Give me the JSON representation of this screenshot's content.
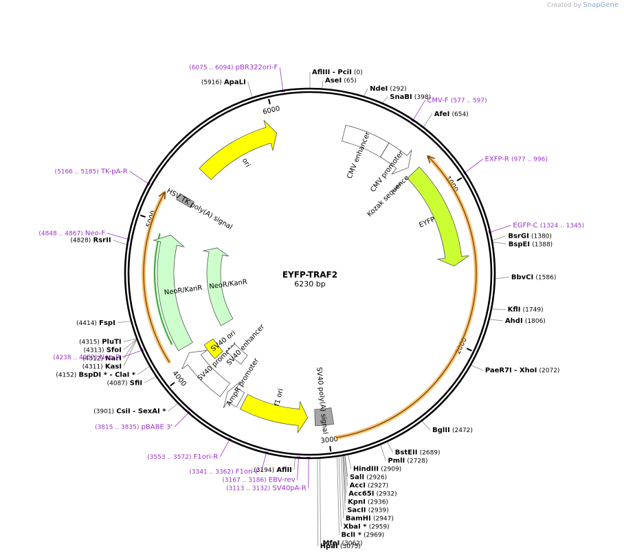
{
  "credit": {
    "prefix": "Created by",
    "brand": "SnapGene"
  },
  "plasmid": {
    "name": "EYFP-TRAF2",
    "length_label": "6230 bp",
    "length": 6230
  },
  "colors": {
    "enzyme": "#000000",
    "primer": "#9b30c8",
    "yellow": "#ffff00",
    "green": "#ccffcc",
    "white": "#ffffff",
    "gray": "#a6a6a6",
    "orange_glow": "#f5a833",
    "eyfp": "#ccff33",
    "dark_green": "#2e8b2e"
  },
  "ticks": [
    {
      "bp": 1000,
      "label": "1000"
    },
    {
      "bp": 2000,
      "label": "2000"
    },
    {
      "bp": 3000,
      "label": "3000"
    },
    {
      "bp": 4000,
      "label": "4000"
    },
    {
      "bp": 5000,
      "label": "5000"
    },
    {
      "bp": 6000,
      "label": "6000"
    }
  ],
  "features": [
    {
      "name": "ori",
      "label": "ori",
      "start": 5425,
      "end": 6000,
      "dir": 1,
      "color": "yellow",
      "ring": 1
    },
    {
      "name": "CMV enhancer",
      "label": "CMV enhancer",
      "start": 235,
      "end": 539,
      "dir": 0,
      "color": "white",
      "ring": 1
    },
    {
      "name": "CMV promoter",
      "label": "CMV promoter",
      "start": 540,
      "end": 743,
      "dir": 1,
      "color": "white",
      "ring": 1
    },
    {
      "name": "EYFP",
      "label": "EYFP",
      "start": 791,
      "end": 1507,
      "dir": 1,
      "color": "eyfp",
      "ring": 1
    },
    {
      "name": "Kozak sequence",
      "label": "Kozak sequence",
      "start": 779,
      "end": 788,
      "dir": 0,
      "color": "white",
      "ring": 2
    },
    {
      "name": "SV40 poly(A) signal",
      "label": "SV40 poly(A) signal",
      "start": 2960,
      "end": 3081,
      "dir": 0,
      "color": "gray",
      "ring": 1
    },
    {
      "name": "f1 ori",
      "label": "f1 ori",
      "start": 3131,
      "end": 3586,
      "dir": -1,
      "color": "yellow",
      "ring": 1
    },
    {
      "name": "AmpR promoter",
      "label": "AmpR promoter",
      "start": 3613,
      "end": 3717,
      "dir": 1,
      "color": "white",
      "ring": 1
    },
    {
      "name": "SV40 promoter",
      "label": "SV40 promoter",
      "start": 3739,
      "end": 4096,
      "dir": 1,
      "color": "white",
      "ring": 1
    },
    {
      "name": "SV40 ori",
      "label": "SV40 ori",
      "start": 3948,
      "end": 4083,
      "dir": 0,
      "color": "yellow",
      "ring": 2
    },
    {
      "name": "SV40 enhancer",
      "label": "SV40 enhancer",
      "start": 3760,
      "end": 3924,
      "dir": 0,
      "color": "white",
      "ring": 3
    },
    {
      "name": "NeoR/KanR outer",
      "label": "NeoR/KanR",
      "start": 4145,
      "end": 4939,
      "dir": 1,
      "color": "green",
      "ring": 1
    },
    {
      "name": "NeoR/KanR inner",
      "label": "NeoR/KanR",
      "start": 4145,
      "end": 4939,
      "dir": 1,
      "color": "green",
      "ring": 4
    },
    {
      "name": "HSV TK poly(A) signal",
      "label": "HSV TK poly(A) signal",
      "start": 5173,
      "end": 5220,
      "dir": 0,
      "color": "gray",
      "ring": 1
    }
  ],
  "orange_arcs": [
    {
      "start": 780,
      "end": 2960,
      "arrow": -1
    },
    {
      "start": 4110,
      "end": 5180,
      "arrow": 1
    }
  ],
  "green_arc": {
    "start": 4200,
    "end": 4930,
    "arrow": 1
  },
  "enzymes": [
    {
      "text": "AflIII  - PciI",
      "num": "(0)",
      "bp": 0
    },
    {
      "text": "AseI",
      "num": "(65)",
      "bp": 65
    },
    {
      "text": "NdeI",
      "num": "(292)",
      "bp": 292
    },
    {
      "text": "SnaBI",
      "num": "(398)",
      "bp": 398
    },
    {
      "text": "AfeI",
      "num": "(654)",
      "bp": 654
    },
    {
      "text": "BsrGI",
      "num": "(1380)",
      "bp": 1380
    },
    {
      "text": "BspEI",
      "num": "(1388)",
      "bp": 1388
    },
    {
      "text": "BbvCI",
      "num": "(1586)",
      "bp": 1586
    },
    {
      "text": "KflI",
      "num": "(1749)",
      "bp": 1749
    },
    {
      "text": "AhdI",
      "num": "(1806)",
      "bp": 1806
    },
    {
      "text": "PaeR7I  - XhoI",
      "num": "(2072)",
      "bp": 2072
    },
    {
      "text": "BglII",
      "num": "(2472)",
      "bp": 2472
    },
    {
      "text": "BstEII",
      "num": "(2689)",
      "bp": 2689
    },
    {
      "text": "PmlI",
      "num": "(2728)",
      "bp": 2728
    },
    {
      "text": "HindIII",
      "num": "(2909)",
      "bp": 2909
    },
    {
      "text": "SalI",
      "num": "(2926)",
      "bp": 2926
    },
    {
      "text": "AccI",
      "num": "(2927)",
      "bp": 2927
    },
    {
      "text": "Acc65I",
      "num": "(2932)",
      "bp": 2932
    },
    {
      "text": "KpnI",
      "num": "(2936)",
      "bp": 2936
    },
    {
      "text": "SacII",
      "num": "(2939)",
      "bp": 2939
    },
    {
      "text": "BamHI",
      "num": "(2947)",
      "bp": 2947
    },
    {
      "text": "XbaI *",
      "num": "(2959)",
      "bp": 2959
    },
    {
      "text": "BclI *",
      "num": "(2969)",
      "bp": 2969
    },
    {
      "text": "MfeI",
      "num": "(3062)",
      "bp": 3062
    },
    {
      "text": "HpaI",
      "num": "(3075)",
      "bp": 3075
    },
    {
      "text": "AflII",
      "num": "(3194)",
      "bp": 3194
    },
    {
      "text": "CsiI  - SexAI *",
      "num": "(3901)",
      "bp": 3901
    },
    {
      "text": "SfiI",
      "num": "(4087)",
      "bp": 4087
    },
    {
      "text": "BspDI *  - ClaI *",
      "num": "(4152)",
      "bp": 4152
    },
    {
      "text": "KasI",
      "num": "(4311)",
      "bp": 4311
    },
    {
      "text": "NarI",
      "num": "(4312)",
      "bp": 4312
    },
    {
      "text": "SfoI",
      "num": "(4313)",
      "bp": 4313
    },
    {
      "text": "PluTI",
      "num": "(4315)",
      "bp": 4315
    },
    {
      "text": "FspI",
      "num": "(4414)",
      "bp": 4414
    },
    {
      "text": "RsrII",
      "num": "(4828)",
      "bp": 4828
    },
    {
      "text": "ApaLI",
      "num": "(5916)",
      "bp": 5916
    }
  ],
  "primers": [
    {
      "text": "pBR322ori-F",
      "num": "(6075 .. 6094)",
      "bp": 6085
    },
    {
      "text": "CMV-F",
      "num": "(577 .. 597)",
      "bp": 587
    },
    {
      "text": "EXFP-R",
      "num": "(977 .. 996)",
      "bp": 986
    },
    {
      "text": "EGFP-C",
      "num": "(1324 .. 1345)",
      "bp": 1334
    },
    {
      "text": "SV40pA-R",
      "num": "(3113 .. 3132)",
      "bp": 3122
    },
    {
      "text": "EBV-rev",
      "num": "(3167 .. 3186)",
      "bp": 3176
    },
    {
      "text": "F1ori-F",
      "num": "(3341 .. 3362)",
      "bp": 3351
    },
    {
      "text": "F1ori-R",
      "num": "(3553 .. 3572)",
      "bp": 3562
    },
    {
      "text": "pBABE 3'",
      "num": "(3815 .. 3835)",
      "bp": 3825
    },
    {
      "text": "Neo-R",
      "num": "(4238 .. 4257)",
      "bp": 4247
    },
    {
      "text": "Neo-F",
      "num": "(4848 .. 4867)",
      "bp": 4857
    },
    {
      "text": "TK-pA-R",
      "num": "(5166 .. 5185)",
      "bp": 5175
    }
  ]
}
